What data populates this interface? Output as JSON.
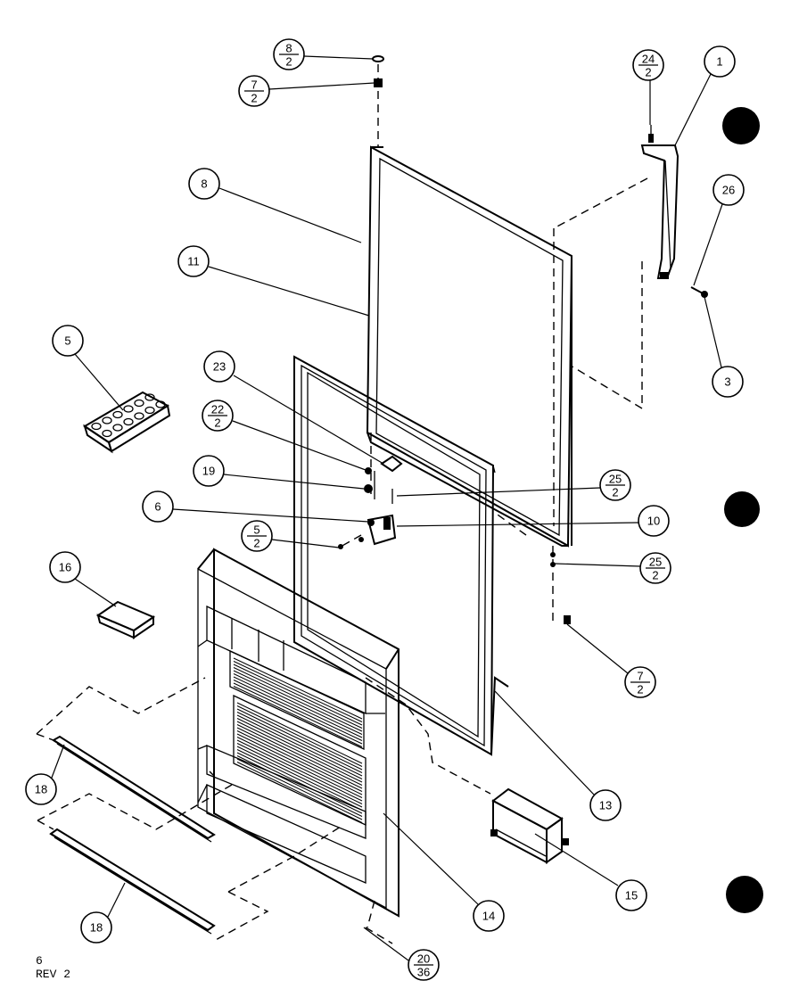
{
  "footer": {
    "page": "6",
    "revision": "REV 2"
  },
  "callouts": [
    {
      "id": "c-8-2-top",
      "top": "8",
      "bottom": "2"
    },
    {
      "id": "c-7-2-top",
      "top": "7",
      "bottom": "2"
    },
    {
      "id": "c-24-2",
      "top": "24",
      "bottom": "2"
    },
    {
      "id": "c-1",
      "label": "1"
    },
    {
      "id": "c-26",
      "label": "26"
    },
    {
      "id": "c-3",
      "label": "3"
    },
    {
      "id": "c-8",
      "label": "8"
    },
    {
      "id": "c-11",
      "label": "11"
    },
    {
      "id": "c-5",
      "label": "5"
    },
    {
      "id": "c-23",
      "label": "23"
    },
    {
      "id": "c-22-2",
      "top": "22",
      "bottom": "2"
    },
    {
      "id": "c-19",
      "label": "19"
    },
    {
      "id": "c-6",
      "label": "6"
    },
    {
      "id": "c-5-2",
      "top": "5",
      "bottom": "2"
    },
    {
      "id": "c-25-2-a",
      "top": "25",
      "bottom": "2"
    },
    {
      "id": "c-10",
      "label": "10"
    },
    {
      "id": "c-25-2-b",
      "top": "25",
      "bottom": "2"
    },
    {
      "id": "c-16",
      "label": "16"
    },
    {
      "id": "c-7-2-bottom",
      "top": "7",
      "bottom": "2"
    },
    {
      "id": "c-13",
      "label": "13"
    },
    {
      "id": "c-18-a",
      "label": "18"
    },
    {
      "id": "c-15",
      "label": "15"
    },
    {
      "id": "c-14",
      "label": "14"
    },
    {
      "id": "c-18-b",
      "label": "18"
    },
    {
      "id": "c-20-36",
      "top": "20",
      "bottom": "36"
    }
  ]
}
